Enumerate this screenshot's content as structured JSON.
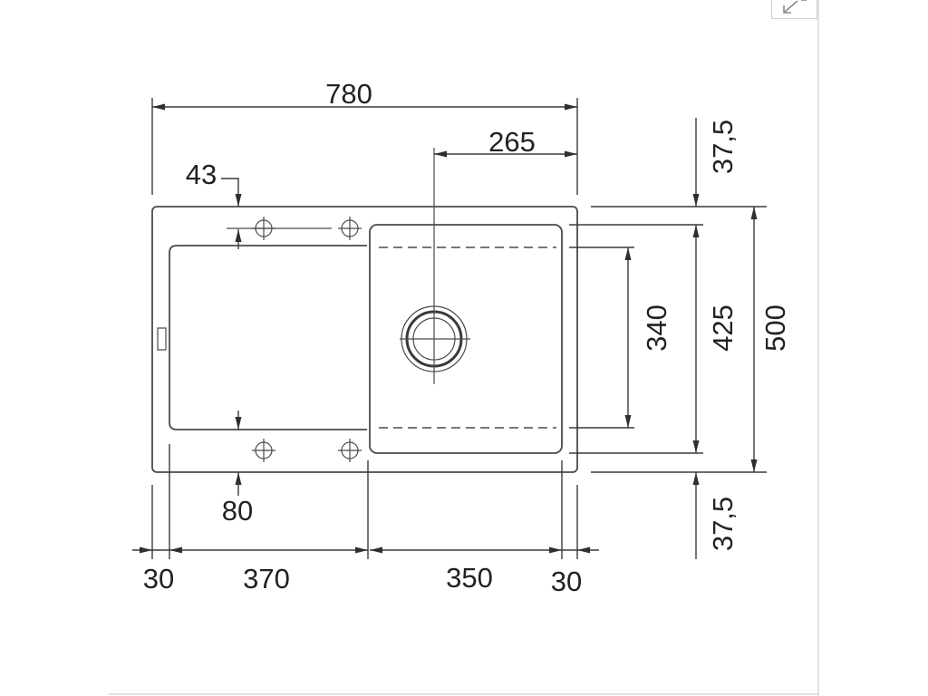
{
  "dimensions": {
    "top_width": "780",
    "top_right_offset": "265",
    "top_left_offset": "43",
    "right_top_margin": "37,5",
    "right_inner_depth": "340",
    "right_bowl_depth": "425",
    "right_overall_depth": "500",
    "bottom_left_offset": "80",
    "right_bottom_margin": "37,5",
    "bottom_left_rim": "30",
    "bottom_drainer": "370",
    "bottom_bowl": "350",
    "bottom_right_rim": "30"
  },
  "icons": {
    "corner_button": "shrink-arrow-icon",
    "tap_hole": "crosshair-circle-icon",
    "drain": "drain-circle-icon"
  },
  "colors": {
    "line": "#3a3a3a",
    "text": "#222222",
    "frame": "#d9d9d9"
  }
}
